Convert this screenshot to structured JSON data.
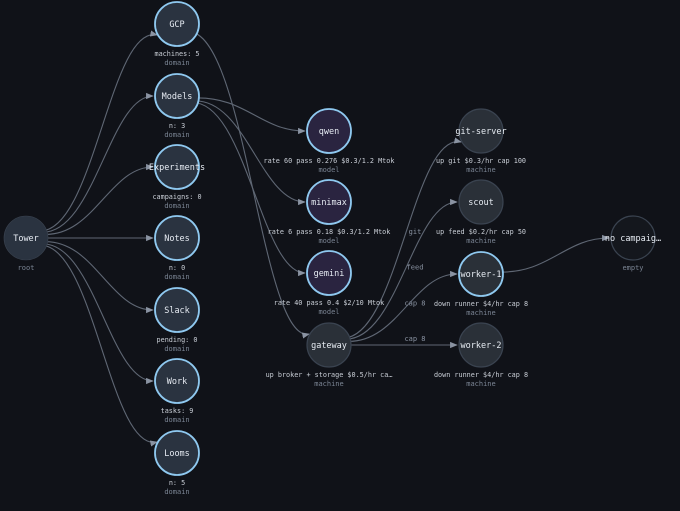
{
  "colors": {
    "background": "#101218",
    "edge": "#5f6774",
    "domain_fill": "#2a3340",
    "model_fill": "#2a2440",
    "machine_fill": "#2a3038",
    "selected_stroke": "#8fc9f0",
    "dim_stroke": "#3a4350"
  },
  "nodes": [
    {
      "id": "tower",
      "label": "Tower",
      "sub": "",
      "kind": "root",
      "fill": "#2a3340",
      "ring": "none"
    },
    {
      "id": "gcp",
      "label": "GCP",
      "sub": "machines: 5",
      "kind": "domain",
      "fill": "#2a3340",
      "ring": "bright"
    },
    {
      "id": "models",
      "label": "Models",
      "sub": "n: 3",
      "kind": "domain",
      "fill": "#2a3340",
      "ring": "bright"
    },
    {
      "id": "experiments",
      "label": "Experiments",
      "sub": "campaigns: 0",
      "kind": "domain",
      "fill": "#2a3340",
      "ring": "bright"
    },
    {
      "id": "notes",
      "label": "Notes",
      "sub": "n: 0",
      "kind": "domain",
      "fill": "#2a3340",
      "ring": "bright"
    },
    {
      "id": "slack",
      "label": "Slack",
      "sub": "pending: 0",
      "kind": "domain",
      "fill": "#2a3340",
      "ring": "bright"
    },
    {
      "id": "work",
      "label": "Work",
      "sub": "tasks: 9",
      "kind": "domain",
      "fill": "#2a3340",
      "ring": "bright"
    },
    {
      "id": "looms",
      "label": "Looms",
      "sub": "n: 5",
      "kind": "domain",
      "fill": "#2a3340",
      "ring": "bright"
    },
    {
      "id": "qwen",
      "label": "qwen",
      "sub": "rate 60 pass 0.276 $0.3/1.2 Mtok",
      "kind": "model",
      "fill": "#2a2440",
      "ring": "bright"
    },
    {
      "id": "minimax",
      "label": "minimax",
      "sub": "rate 6 pass 0.18 $0.3/1.2 Mtok",
      "kind": "model",
      "fill": "#2a2440",
      "ring": "bright"
    },
    {
      "id": "gemini",
      "label": "gemini",
      "sub": "rate 40 pass 0.4 $2/10 Mtok",
      "kind": "model",
      "fill": "#2a2440",
      "ring": "bright"
    },
    {
      "id": "gateway",
      "label": "gateway",
      "sub": "up broker + storage $0.5/hr ca…",
      "kind": "machine",
      "fill": "#2a3038",
      "ring": "dim"
    },
    {
      "id": "git-server",
      "label": "git-server",
      "sub": "up git $0.3/hr cap 100",
      "kind": "machine",
      "fill": "#2a3038",
      "ring": "dim"
    },
    {
      "id": "scout",
      "label": "scout",
      "sub": "up feed $0.2/hr cap 50",
      "kind": "machine",
      "fill": "#2a3038",
      "ring": "dim"
    },
    {
      "id": "worker-1",
      "label": "worker-1",
      "sub": "down runner $4/hr cap 8",
      "kind": "machine",
      "fill": "#2a3038",
      "ring": "bright"
    },
    {
      "id": "worker-2",
      "label": "worker-2",
      "sub": "down runner $4/hr cap 8",
      "kind": "machine",
      "fill": "#2a3038",
      "ring": "dim"
    },
    {
      "id": "no-campaign",
      "label": "no campaig…",
      "sub": "",
      "kind": "empty",
      "fill": "#14171d",
      "ring": "dim"
    }
  ],
  "edges": [
    {
      "from": "tower",
      "to": "gcp",
      "label": ""
    },
    {
      "from": "tower",
      "to": "models",
      "label": ""
    },
    {
      "from": "tower",
      "to": "experiments",
      "label": ""
    },
    {
      "from": "tower",
      "to": "notes",
      "label": ""
    },
    {
      "from": "tower",
      "to": "slack",
      "label": ""
    },
    {
      "from": "tower",
      "to": "work",
      "label": ""
    },
    {
      "from": "tower",
      "to": "looms",
      "label": ""
    },
    {
      "from": "models",
      "to": "qwen",
      "label": ""
    },
    {
      "from": "models",
      "to": "minimax",
      "label": ""
    },
    {
      "from": "models",
      "to": "gemini",
      "label": ""
    },
    {
      "from": "gcp",
      "to": "gateway",
      "label": ""
    },
    {
      "from": "gateway",
      "to": "git-server",
      "label": "git"
    },
    {
      "from": "gateway",
      "to": "scout",
      "label": "feed"
    },
    {
      "from": "gateway",
      "to": "worker-1",
      "label": "cap 8"
    },
    {
      "from": "gateway",
      "to": "worker-2",
      "label": "cap 8"
    },
    {
      "from": "worker-1",
      "to": "no-campaign",
      "label": ""
    }
  ]
}
